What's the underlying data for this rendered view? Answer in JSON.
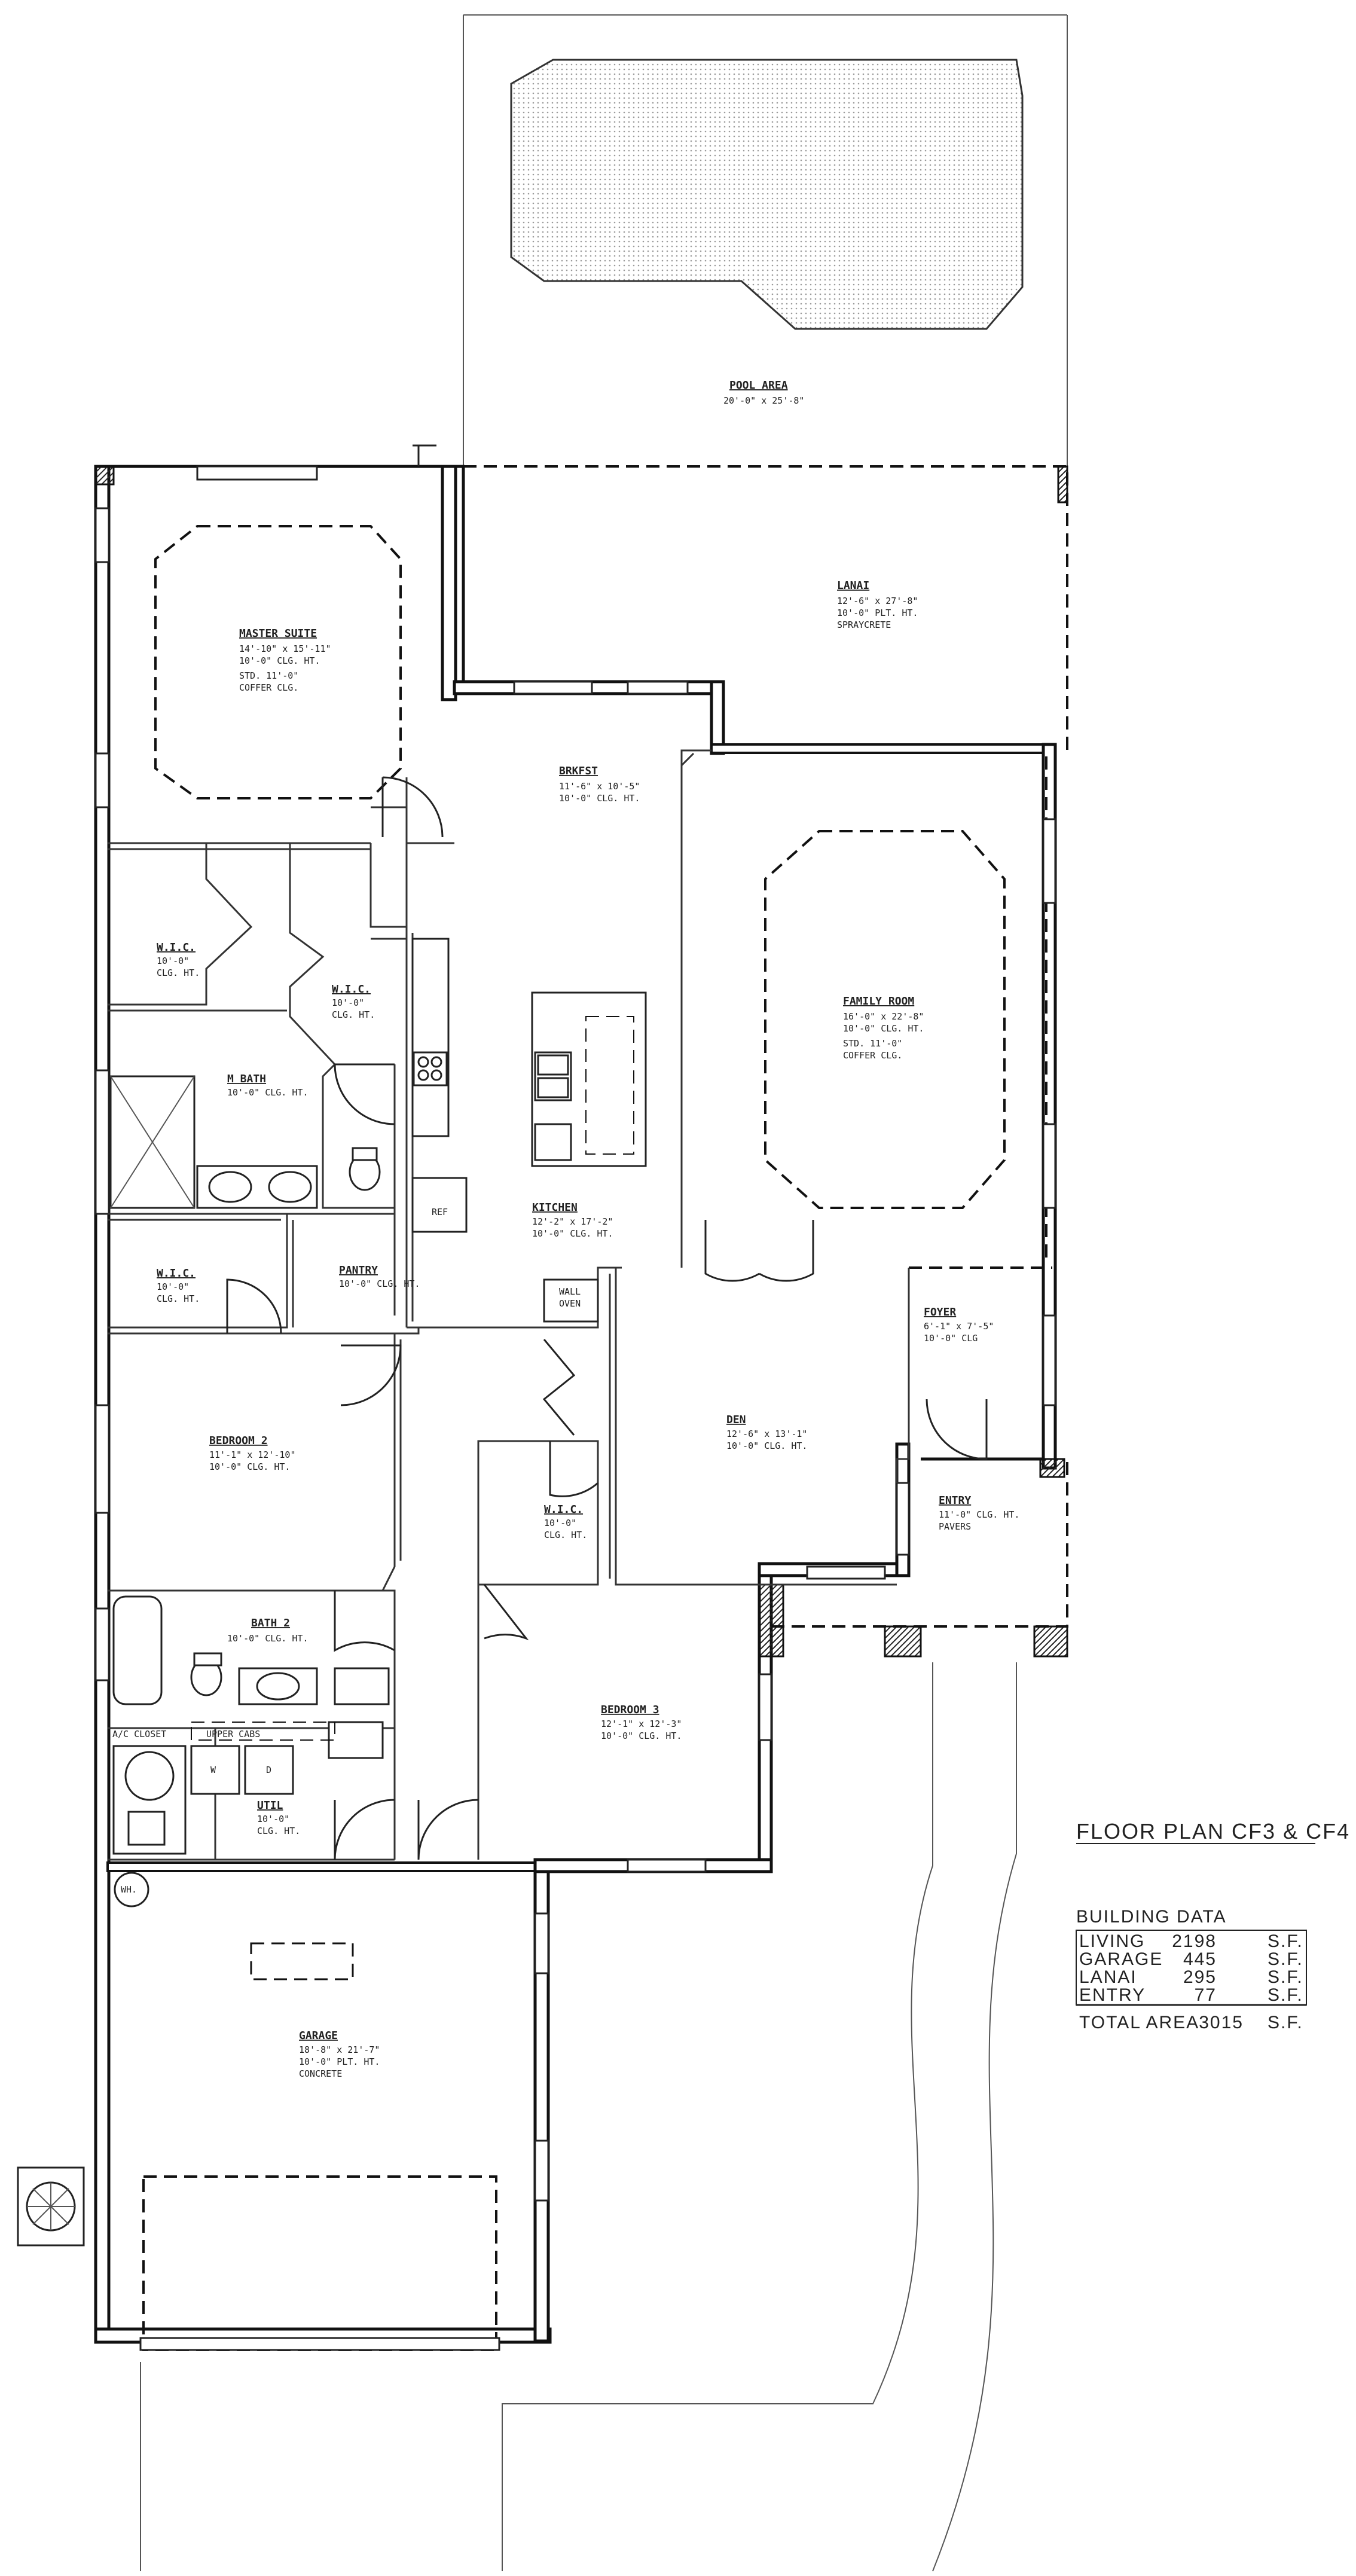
{
  "rooms": {
    "pool_area": {
      "name": "POOL AREA",
      "lines": [
        "20'-0\" x 25'-8\""
      ]
    },
    "lanai": {
      "name": "LANAI",
      "lines": [
        "12'-6\" x 27'-8\"",
        "10'-0\" PLT. HT.",
        "SPRAYCRETE"
      ]
    },
    "master_suite": {
      "name": "MASTER SUITE",
      "lines": [
        "14'-10\" x 15'-11\"",
        "10'-0\" CLG. HT.",
        "STD. 11'-0\"",
        "COFFER CLG."
      ]
    },
    "brkfst": {
      "name": "BRKFST",
      "lines": [
        "11'-6\" x 10'-5\"",
        "10'-0\" CLG. HT."
      ]
    },
    "family_room": {
      "name": "FAMILY ROOM",
      "lines": [
        "16'-0\" x 22'-8\"",
        "10'-0\" CLG. HT.",
        "STD. 11'-0\"",
        "COFFER CLG."
      ]
    },
    "wic_1": {
      "name": "W.I.C.",
      "lines": [
        "10'-0\"",
        "CLG. HT."
      ]
    },
    "wic_2": {
      "name": "W.I.C.",
      "lines": [
        "10'-0\"",
        "CLG. HT."
      ]
    },
    "m_bath": {
      "name": "M BATH",
      "lines": [
        "10'-0\" CLG. HT."
      ]
    },
    "kitchen": {
      "name": "KITCHEN",
      "lines": [
        "12'-2\" x 17'-2\"",
        "10'-0\" CLG. HT."
      ]
    },
    "wic_3": {
      "name": "W.I.C.",
      "lines": [
        "10'-0\"",
        "CLG. HT."
      ]
    },
    "pantry": {
      "name": "PANTRY",
      "lines": [
        "10'-0\" CLG. HT."
      ]
    },
    "foyer": {
      "name": "FOYER",
      "lines": [
        "6'-1\" x 7'-5\"",
        "10'-0\" CLG"
      ]
    },
    "den": {
      "name": "DEN",
      "lines": [
        "12'-6\" x 13'-1\"",
        "10'-0\" CLG. HT."
      ]
    },
    "bedroom_2": {
      "name": "BEDROOM 2",
      "lines": [
        "11'-1\" x 12'-10\"",
        "10'-0\" CLG. HT."
      ]
    },
    "wic_4": {
      "name": "W.I.C.",
      "lines": [
        "10'-0\"",
        "CLG. HT."
      ]
    },
    "entry": {
      "name": "ENTRY",
      "lines": [
        "11'-0\" CLG. HT.",
        "PAVERS"
      ]
    },
    "bath_2": {
      "name": "BATH 2",
      "lines": [
        "10'-0\" CLG. HT."
      ]
    },
    "bedroom_3": {
      "name": "BEDROOM 3",
      "lines": [
        "12'-1\" x 12'-3\"",
        "10'-0\" CLG. HT."
      ]
    },
    "util": {
      "name": "UTIL",
      "lines": [
        "10'-0\"",
        "CLG. HT."
      ]
    },
    "garage": {
      "name": "GARAGE",
      "lines": [
        "18'-8\" x 21'-7\"",
        "10'-0\" PLT. HT.",
        "CONCRETE"
      ]
    }
  },
  "fixture_labels": {
    "ref": "REF",
    "wall_oven": [
      "WALL",
      "OVEN"
    ],
    "ac_closet": "A/C CLOSET",
    "upper_cabs": "UPPER CABS",
    "washer": "W",
    "dryer": "D",
    "water_heater": "WH."
  },
  "floor_plan_title": "FLOOR PLAN CF3 & CF4",
  "building_data": {
    "heading": "BUILDING DATA",
    "rows": [
      {
        "label": "LIVING",
        "value": "2198",
        "unit": "S.F."
      },
      {
        "label": "GARAGE",
        "value": "445",
        "unit": "S.F."
      },
      {
        "label": "LANAI",
        "value": "295",
        "unit": "S.F."
      },
      {
        "label": "ENTRY",
        "value": "77",
        "unit": "S.F."
      }
    ],
    "total": {
      "label": "TOTAL AREA",
      "value": "3015",
      "unit": "S.F."
    }
  }
}
